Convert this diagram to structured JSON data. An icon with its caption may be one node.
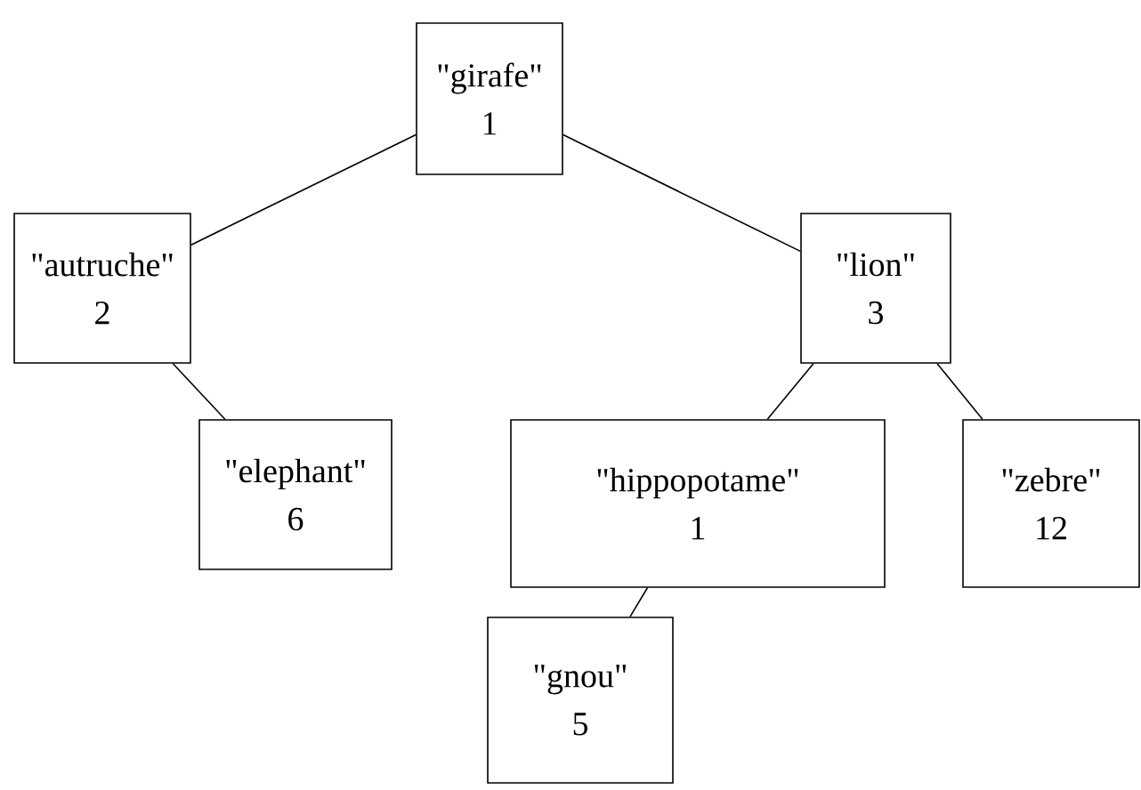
{
  "diagram": {
    "nodes": [
      {
        "text": [
          "\"girafe\"",
          "1"
        ]
      },
      {
        "text": [
          "\"autruche\"",
          "2"
        ]
      },
      {
        "text": [
          "\"lion\"",
          "3"
        ]
      },
      {
        "text": [
          "\"elephant\"",
          "6"
        ]
      },
      {
        "text": [
          "\"hippopotame\"",
          "1"
        ]
      },
      {
        "text": [
          "\"zebre\"",
          "12"
        ]
      },
      {
        "text": [
          "\"gnou\"",
          "5"
        ]
      }
    ],
    "edges": [
      {
        "from": 0,
        "to": 1,
        "arrow": "none"
      },
      {
        "from": 0,
        "to": 2,
        "arrow": "none"
      },
      {
        "from": 1,
        "to": 3,
        "arrow": "none"
      },
      {
        "from": 2,
        "to": 4,
        "arrow": "none"
      },
      {
        "from": 2,
        "to": 5,
        "arrow": "none"
      },
      {
        "from": 4,
        "to": 6,
        "arrow": "none"
      }
    ]
  }
}
